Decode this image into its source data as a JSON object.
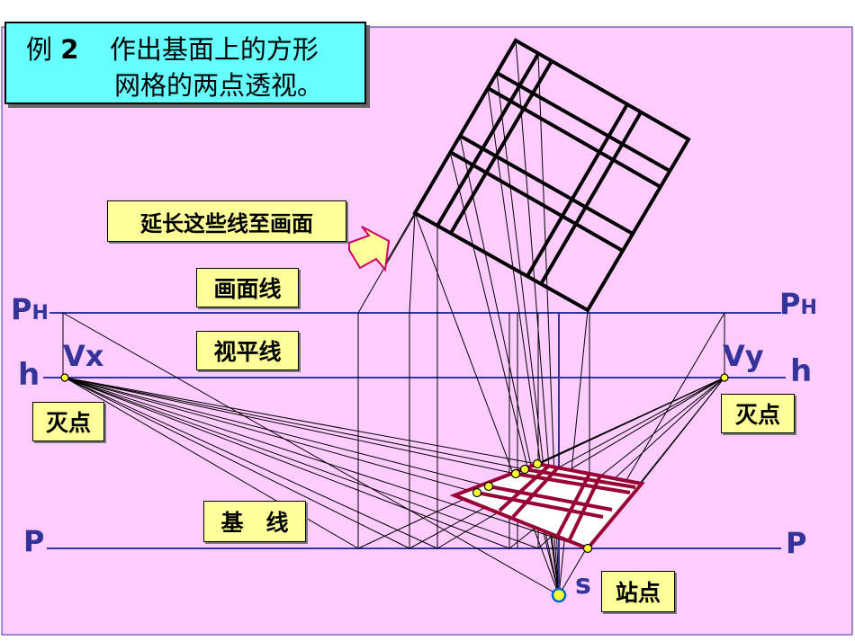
{
  "title": {
    "prefix": "例",
    "number": "2",
    "line1_text": "作出基面上的方形",
    "line2_text": "网格的两点透视。"
  },
  "callouts": {
    "extend_lines": "延长这些线至画面",
    "picture_plane_line": "画面线",
    "horizon_line": "视平线",
    "vanishing_point_left": "灭点",
    "vanishing_point_right": "灭点",
    "ground_line": "基　线",
    "station_point": "站点"
  },
  "labels": {
    "ph_left": {
      "main": "P",
      "sub": "H"
    },
    "ph_right": {
      "main": "P",
      "sub": "H"
    },
    "h_left": "h",
    "h_right": "h",
    "vx": "Vx",
    "vy": "Vy",
    "p_left": "P",
    "p_right": "P",
    "s": "s"
  },
  "colors": {
    "background": "#ffccff",
    "title_box": "#66ffff",
    "callout": "#ffff99",
    "label_text": "#333399",
    "grid_lines": "#000000",
    "perspective_grid": "#990033",
    "construction_lines": "#333399",
    "points": "#ffff33"
  }
}
